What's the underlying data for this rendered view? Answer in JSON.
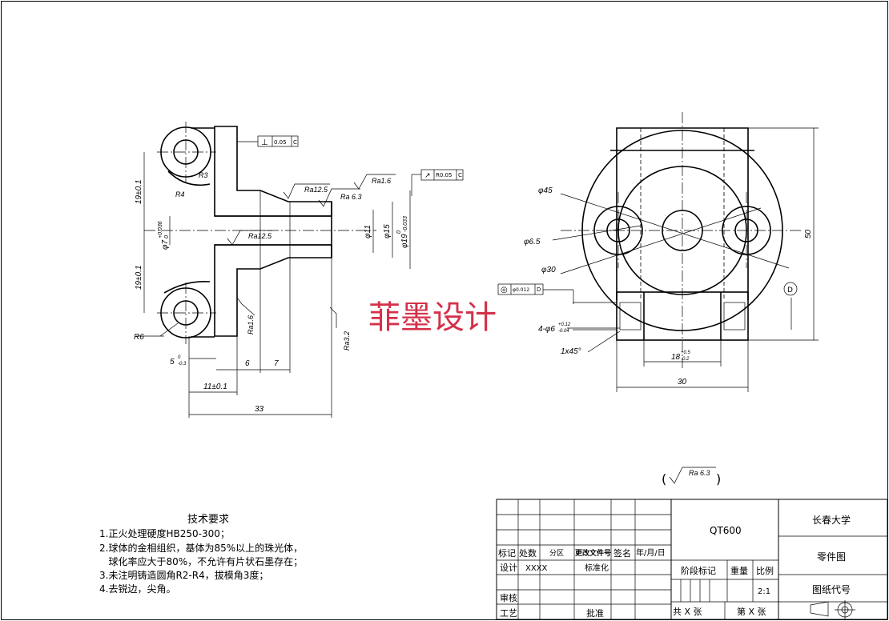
{
  "watermark": "菲墨设计",
  "tech_requirements": {
    "title": "技术要求",
    "items": [
      "1.正火处理硬度HB250-300；",
      "2.球体的金相组织，基体为85%以上的珠光体，",
      "   球化率应大于80%，不允许有片状石墨存在；",
      "3.未注明铸造圆角R2-R4，拔模角3度；",
      "4.去锐边，尖角。"
    ]
  },
  "general_roughness": "Ra 6.3",
  "title_block": {
    "material": "QT600",
    "school": "长春大学",
    "drawing_name": "零件图",
    "drawing_code_label": "图纸代号",
    "row_labels": {
      "mark": "标记",
      "count": "处数",
      "zone": "分区",
      "change_doc": "更改文件号",
      "signature": "签名",
      "date": "年/月/日",
      "design": "设计",
      "designer": "XXXX",
      "standardize": "标准化",
      "review": "审核",
      "process": "工艺",
      "approve": "批准",
      "stage_mark": "阶段标记",
      "weight": "重量",
      "scale": "比例",
      "scale_value": "2:1",
      "total_sheets": "共 X 张",
      "sheet_no": "第 X 张"
    }
  },
  "side_view": {
    "dims": {
      "upper_pitch": "19±0.1",
      "lower_pitch": "19±0.1",
      "hole_small": "φ7",
      "hole_small_tol_top": "+0.036",
      "hole_small_tol_bot": "0",
      "d11": "φ11",
      "d15": "φ15",
      "d19": "φ19",
      "d19_tol_top": "0",
      "d19_tol_bot": "-0.033",
      "w5": "5",
      "w5_tol_top": "0",
      "w5_tol_bot": "-0.3",
      "w6": "6",
      "w7": "7",
      "w11": "11±0.1",
      "w33": "33",
      "r6": "R6",
      "r4": "R4",
      "r3": "R3"
    },
    "roughness": {
      "top_flange": "Ra12.5",
      "shoulder": "Ra 6.3",
      "shaft_end": "Ra1.6",
      "bore": "Ra12.5",
      "face_left": "Ra1.6",
      "face_right": "Ra3.2"
    },
    "tolerances": {
      "perpendicularity": {
        "symbol": "⊥",
        "value": "0.05",
        "datum": "C"
      },
      "runout": {
        "symbol": "↗",
        "value": "R0.05",
        "datum": "C"
      }
    }
  },
  "front_view": {
    "dims": {
      "d45": "φ45",
      "d6_5": "φ6.5",
      "d30": "φ30",
      "h50": "50",
      "w30": "30",
      "slot": "18",
      "slot_tol_top": "+0.5",
      "slot_tol_bot": "-0.2",
      "holes": "4-φ6",
      "holes_tol_top": "+0.12",
      "holes_tol_bot": "-0.04",
      "chamfer": "1x45°"
    },
    "concentricity": {
      "symbol": "◎",
      "value": "φ0.012",
      "datum": "D"
    },
    "datum_label": "D"
  }
}
